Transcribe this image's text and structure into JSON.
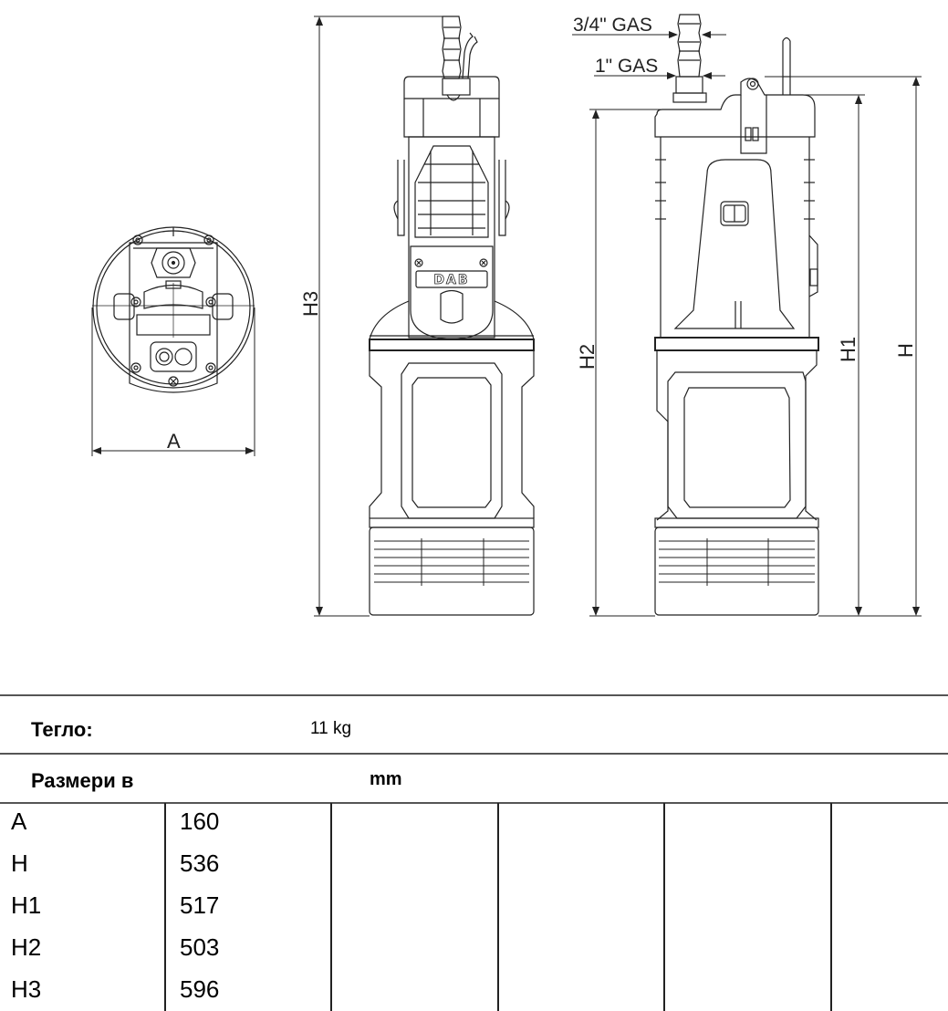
{
  "drawing": {
    "labels": {
      "gas_3_4": "3/4\" GAS",
      "gas_1": "1\" GAS",
      "logo": "DAB",
      "dim_a": "A",
      "dim_h": "H",
      "dim_h1": "H1",
      "dim_h2": "H2",
      "dim_h3": "H3"
    }
  },
  "specs": {
    "weight_label": "Тегло:",
    "weight_value": "11 kg",
    "dimensions_label": "Размери в",
    "dimensions_unit": "mm",
    "rows": [
      {
        "name": "A",
        "value": "160"
      },
      {
        "name": "H",
        "value": "536"
      },
      {
        "name": "H1",
        "value": "517"
      },
      {
        "name": "H2",
        "value": "503"
      },
      {
        "name": "H3",
        "value": "596"
      }
    ]
  }
}
